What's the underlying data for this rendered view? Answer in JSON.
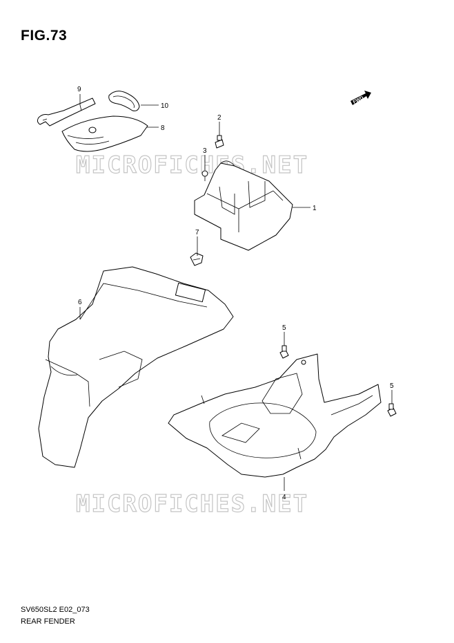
{
  "figure": {
    "title": "FIG.73",
    "code": "SV650SL2 E02_073",
    "name": "REAR FENDER"
  },
  "watermark": "MICROFICHES.NET",
  "direction_badge": "FWD",
  "callouts": {
    "c1": "1",
    "c2": "2",
    "c3": "3",
    "c4": "4",
    "c5a": "5",
    "c5b": "5",
    "c6": "6",
    "c7": "7",
    "c8": "8",
    "c9": "9",
    "c10": "10"
  },
  "colors": {
    "line": "#000000",
    "watermark": "#c4c4c4"
  }
}
